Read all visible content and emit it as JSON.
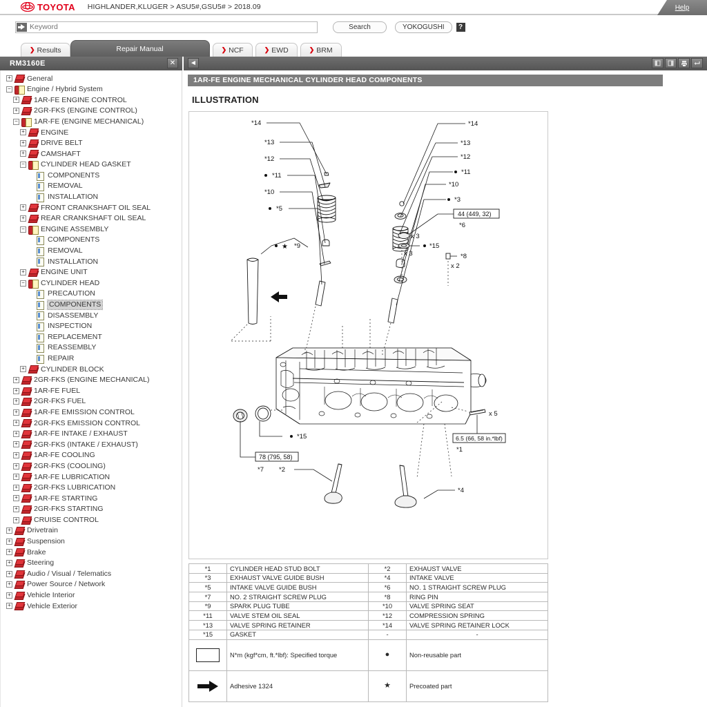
{
  "header": {
    "brand": "TOYOTA",
    "brand_color": "#e1001a",
    "breadcrumb": "HIGHLANDER,KLUGER > ASU5#,GSU5# > 2018.09",
    "help_label": "Help"
  },
  "search": {
    "placeholder": "Keyword",
    "value": "",
    "search_label": "Search",
    "yokogushi_label": "YOKOGUSHI",
    "help_symbol": "?"
  },
  "tabs": [
    {
      "label": "Results",
      "active": false
    },
    {
      "label": "Repair Manual",
      "active": true
    },
    {
      "label": "NCF",
      "active": false
    },
    {
      "label": "EWD",
      "active": false
    },
    {
      "label": "BRM",
      "active": false
    }
  ],
  "docbar": {
    "code": "RM3160E",
    "close_label": "✕",
    "back_label": "◄",
    "tools": [
      "pane-left-icon",
      "pane-right-icon",
      "print-icon",
      "return-icon"
    ]
  },
  "sidebar": {
    "items": [
      {
        "label": "General",
        "indent": 0,
        "expander": "+",
        "icon": "book-icon"
      },
      {
        "label": "Engine / Hybrid System",
        "indent": 0,
        "expander": "−",
        "icon": "open-book-icon"
      },
      {
        "label": "1AR-FE ENGINE CONTROL",
        "indent": 1,
        "expander": "+",
        "icon": "book-icon"
      },
      {
        "label": "2GR-FKS (ENGINE CONTROL)",
        "indent": 1,
        "expander": "+",
        "icon": "book-icon"
      },
      {
        "label": "1AR-FE (ENGINE MECHANICAL)",
        "indent": 1,
        "expander": "−",
        "icon": "open-book-icon"
      },
      {
        "label": "ENGINE",
        "indent": 2,
        "expander": "+",
        "icon": "book-icon"
      },
      {
        "label": "DRIVE BELT",
        "indent": 2,
        "expander": "+",
        "icon": "book-icon"
      },
      {
        "label": "CAMSHAFT",
        "indent": 2,
        "expander": "+",
        "icon": "book-icon"
      },
      {
        "label": "CYLINDER HEAD GASKET",
        "indent": 2,
        "expander": "−",
        "icon": "open-book-icon"
      },
      {
        "label": "COMPONENTS",
        "indent": 3,
        "expander": "",
        "icon": "doc-icon"
      },
      {
        "label": "REMOVAL",
        "indent": 3,
        "expander": "",
        "icon": "doc-icon"
      },
      {
        "label": "INSTALLATION",
        "indent": 3,
        "expander": "",
        "icon": "doc-icon"
      },
      {
        "label": "FRONT CRANKSHAFT OIL SEAL",
        "indent": 2,
        "expander": "+",
        "icon": "book-icon"
      },
      {
        "label": "REAR CRANKSHAFT OIL SEAL",
        "indent": 2,
        "expander": "+",
        "icon": "book-icon"
      },
      {
        "label": "ENGINE ASSEMBLY",
        "indent": 2,
        "expander": "−",
        "icon": "open-book-icon"
      },
      {
        "label": "COMPONENTS",
        "indent": 3,
        "expander": "",
        "icon": "doc-icon"
      },
      {
        "label": "REMOVAL",
        "indent": 3,
        "expander": "",
        "icon": "doc-icon"
      },
      {
        "label": "INSTALLATION",
        "indent": 3,
        "expander": "",
        "icon": "doc-icon"
      },
      {
        "label": "ENGINE UNIT",
        "indent": 2,
        "expander": "+",
        "icon": "book-icon"
      },
      {
        "label": "CYLINDER HEAD",
        "indent": 2,
        "expander": "−",
        "icon": "open-book-icon"
      },
      {
        "label": "PRECAUTION",
        "indent": 3,
        "expander": "",
        "icon": "doc-icon"
      },
      {
        "label": "COMPONENTS",
        "indent": 3,
        "expander": "",
        "icon": "doc-icon",
        "selected": true
      },
      {
        "label": "DISASSEMBLY",
        "indent": 3,
        "expander": "",
        "icon": "doc-icon"
      },
      {
        "label": "INSPECTION",
        "indent": 3,
        "expander": "",
        "icon": "doc-icon"
      },
      {
        "label": "REPLACEMENT",
        "indent": 3,
        "expander": "",
        "icon": "doc-icon"
      },
      {
        "label": "REASSEMBLY",
        "indent": 3,
        "expander": "",
        "icon": "doc-icon"
      },
      {
        "label": "REPAIR",
        "indent": 3,
        "expander": "",
        "icon": "doc-icon"
      },
      {
        "label": "CYLINDER BLOCK",
        "indent": 2,
        "expander": "+",
        "icon": "book-icon"
      },
      {
        "label": "2GR-FKS (ENGINE MECHANICAL)",
        "indent": 1,
        "expander": "+",
        "icon": "book-icon"
      },
      {
        "label": "1AR-FE FUEL",
        "indent": 1,
        "expander": "+",
        "icon": "book-icon"
      },
      {
        "label": "2GR-FKS FUEL",
        "indent": 1,
        "expander": "+",
        "icon": "book-icon"
      },
      {
        "label": "1AR-FE EMISSION CONTROL",
        "indent": 1,
        "expander": "+",
        "icon": "book-icon"
      },
      {
        "label": "2GR-FKS EMISSION CONTROL",
        "indent": 1,
        "expander": "+",
        "icon": "book-icon"
      },
      {
        "label": "1AR-FE INTAKE / EXHAUST",
        "indent": 1,
        "expander": "+",
        "icon": "book-icon"
      },
      {
        "label": "2GR-FKS (INTAKE / EXHAUST)",
        "indent": 1,
        "expander": "+",
        "icon": "book-icon"
      },
      {
        "label": "1AR-FE COOLING",
        "indent": 1,
        "expander": "+",
        "icon": "book-icon"
      },
      {
        "label": "2GR-FKS (COOLING)",
        "indent": 1,
        "expander": "+",
        "icon": "book-icon"
      },
      {
        "label": "1AR-FE LUBRICATION",
        "indent": 1,
        "expander": "+",
        "icon": "book-icon"
      },
      {
        "label": "2GR-FKS LUBRICATION",
        "indent": 1,
        "expander": "+",
        "icon": "book-icon"
      },
      {
        "label": "1AR-FE STARTING",
        "indent": 1,
        "expander": "+",
        "icon": "book-icon"
      },
      {
        "label": "2GR-FKS STARTING",
        "indent": 1,
        "expander": "+",
        "icon": "book-icon"
      },
      {
        "label": "CRUISE CONTROL",
        "indent": 1,
        "expander": "+",
        "icon": "book-icon"
      },
      {
        "label": "Drivetrain",
        "indent": 0,
        "expander": "+",
        "icon": "book-icon"
      },
      {
        "label": "Suspension",
        "indent": 0,
        "expander": "+",
        "icon": "book-icon"
      },
      {
        "label": "Brake",
        "indent": 0,
        "expander": "+",
        "icon": "book-icon"
      },
      {
        "label": "Steering",
        "indent": 0,
        "expander": "+",
        "icon": "book-icon"
      },
      {
        "label": "Audio / Visual / Telematics",
        "indent": 0,
        "expander": "+",
        "icon": "book-icon"
      },
      {
        "label": "Power Source / Network",
        "indent": 0,
        "expander": "+",
        "icon": "book-icon"
      },
      {
        "label": "Vehicle Interior",
        "indent": 0,
        "expander": "+",
        "icon": "book-icon"
      },
      {
        "label": "Vehicle Exterior",
        "indent": 0,
        "expander": "+",
        "icon": "book-icon"
      }
    ]
  },
  "main": {
    "breadcrumb": "1AR-FE ENGINE MECHANICAL  CYLINDER HEAD  COMPONENTS",
    "section_title": "ILLUSTRATION"
  },
  "illustration": {
    "callouts_left": [
      "*14",
      "*13",
      "*12",
      "*11",
      "*10",
      "*5",
      "*9"
    ],
    "callouts_right": [
      "*14",
      "*13",
      "*12",
      "*11",
      "*10",
      "*3",
      "*6",
      "*15",
      "*8",
      "*1",
      "*2",
      "*4",
      "*7"
    ],
    "torque_boxes": [
      {
        "text": "44 (449, 32)",
        "ref": "*6"
      },
      {
        "text": "6.5 (66, 58 in.*lbf)",
        "ref": "*1"
      },
      {
        "text": "78 (795, 58)",
        "ref": "*7"
      }
    ],
    "quantities": [
      "x 3",
      "x 3",
      "x 2",
      "x 5"
    ],
    "markers": {
      "non_reusable": "●",
      "precoated": "★"
    }
  },
  "parts_table": {
    "rows": [
      {
        "n1": "*1",
        "d1": "CYLINDER HEAD STUD BOLT",
        "n2": "*2",
        "d2": "EXHAUST VALVE"
      },
      {
        "n1": "*3",
        "d1": "EXHAUST VALVE GUIDE BUSH",
        "n2": "*4",
        "d2": "INTAKE VALVE"
      },
      {
        "n1": "*5",
        "d1": "INTAKE VALVE GUIDE BUSH",
        "n2": "*6",
        "d2": "NO. 1 STRAIGHT SCREW PLUG"
      },
      {
        "n1": "*7",
        "d1": "NO. 2 STRAIGHT SCREW PLUG",
        "n2": "*8",
        "d2": "RING PIN"
      },
      {
        "n1": "*9",
        "d1": "SPARK PLUG TUBE",
        "n2": "*10",
        "d2": "VALVE SPRING SEAT"
      },
      {
        "n1": "*11",
        "d1": "VALVE STEM OIL SEAL",
        "n2": "*12",
        "d2": "COMPRESSION SPRING"
      },
      {
        "n1": "*13",
        "d1": "VALVE SPRING RETAINER",
        "n2": "*14",
        "d2": "VALVE SPRING RETAINER LOCK"
      },
      {
        "n1": "*15",
        "d1": "GASKET",
        "n2": "-",
        "d2": "-"
      }
    ],
    "legend": [
      {
        "icon": "torque-box-icon",
        "text": "N*m (kgf*cm, ft.*lbf): Specified torque",
        "sym": "●",
        "sym_text": "Non-reusable part"
      },
      {
        "icon": "black-arrow-icon",
        "text": "Adhesive 1324",
        "sym": "★",
        "sym_text": "Precoated part"
      }
    ]
  }
}
